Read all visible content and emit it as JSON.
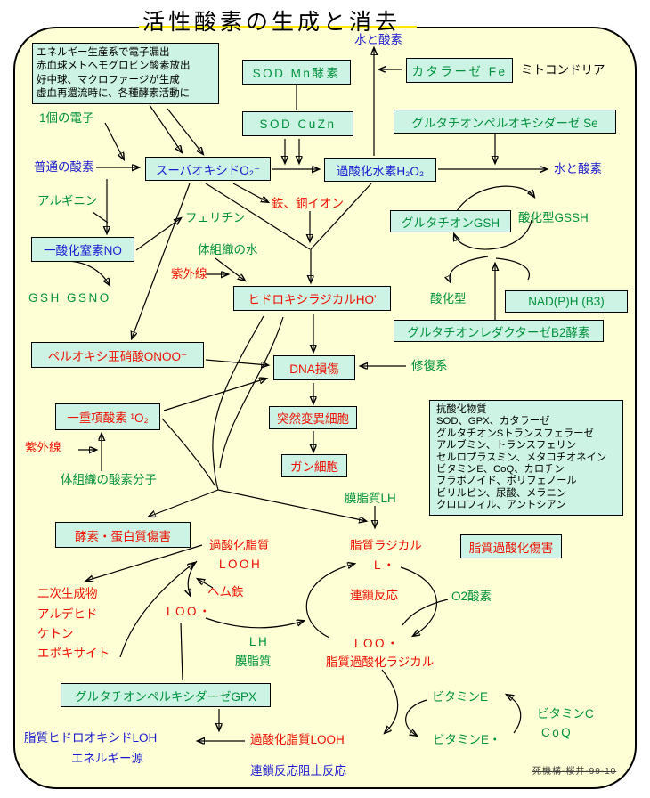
{
  "title": "活性酸素の生成と消去",
  "signature": "死機構-桜井-99-10",
  "colors": {
    "background": "#ffffd6",
    "box_fill": "#cdf3e4",
    "green_text": "#00913c",
    "blue_text": "#1a1ad0",
    "red_text": "#ef0f00",
    "title_underline": "#ffe800"
  },
  "info_box": {
    "lines": [
      "エネルギー生産系で電子漏出",
      "赤血球メトヘモグロビン酸素放出",
      "好中球、マクロファージが生成",
      "虚血再還流時に、各種酵素活動に"
    ]
  },
  "antioxidant_box": {
    "lines": [
      "抗酸化物質",
      "SOD、GPX、カタラーゼ",
      "グルタチオンSトランスフェラーゼ",
      "アルブミン、トランスフェリン",
      "セルロプラスミン、メタロチオネイン",
      "ビタミンE、CoQ、カロチン",
      "フラボノイド、ポリフェノール",
      "ビリルビン、尿酸、メラニン",
      "クロロフィル、アントシアン"
    ]
  },
  "nodes": {
    "one_electron": "1個の電子",
    "water_oxygen_top": "水と酸素",
    "mitochondria": "ミトコンドリア",
    "sod_mn": "SOD Mn酵素",
    "sod_cuzn": "SOD CuZn",
    "catalase_fe": "カタラーゼ Fe",
    "gpx_se": "グルタチオンペルオキシダーゼ Se",
    "normal_oxygen": "普通の酸素",
    "superoxide": "スーパオキシドO₂⁻",
    "h2o2": "過酸化水素H₂O₂",
    "water_oxygen_right": "水と酸素",
    "arginine": "アルギニン",
    "ferritin": "フェリチン",
    "iron_copper": "鉄、銅イオン",
    "gsh": "グルタチオンGSH",
    "gssh_oxidized": "酸化型GSSH",
    "nitric_oxide": "一酸化窒素NO",
    "tissue_water": "体組織の水",
    "uv_upper": "紫外線",
    "gsh_gsno": "GSH GSNO",
    "hydroxyl_radical": "ヒドロキシラジカルHO'",
    "oxidized": "酸化型",
    "nadph_b3": "NAD(P)H (B3)",
    "glutathione_reductase_b2": "グルタチオンレダクターゼB2酵素",
    "peroxynitrite": "ペルオキシ亜硝酸ONOO⁻",
    "dna_damage": "DNA損傷",
    "repair_system": "修復系",
    "singlet_oxygen": "一重項酸素 ¹O₂",
    "uv_lower": "紫外線",
    "mutant_cell": "突然変異細胞",
    "cancer_cell": "ガン細胞",
    "tissue_oxygen_molecule": "体組織の酸素分子",
    "membrane_lipid_lh": "膜脂質LH",
    "enzyme_protein_damage": "酵素・蛋白質傷害",
    "lipid_peroxide_line1": "過酸化脂質",
    "lipid_peroxide_line2": "LOOH",
    "lipid_radical_line1": "脂質ラジカル",
    "lipid_radical_line2": "L・",
    "lipid_peroxidation_damage": "脂質過酸化傷害",
    "secondary_products": [
      "二次生成物",
      "アルデヒド",
      "ケトン",
      "エポキサイト"
    ],
    "heme_iron": "ヘム鉄",
    "loo_left": "LOO・",
    "chain_reaction": "連鎖反応",
    "o2_oxygen": "O2酸素",
    "lh": "LH",
    "membrane_lipid": "膜脂質",
    "loo_bottom": "LOO・",
    "lipid_peroxidation_radical": "脂質過酸化ラジカル",
    "gpx": "グルタチオンペルキシダーゼGPX",
    "lipid_hydroxide_loh": "脂質ヒドロオキシドLOH",
    "energy_source": "エネルギー源",
    "lipid_peroxide_looh_bottom": "過酸化脂質LOOH",
    "vitamin_e": "ビタミンE",
    "vitamin_c": "ビタミンC",
    "coq": "CoQ",
    "vitamin_e_radical": "ビタミンE・",
    "chain_stop": "連鎖反応阻止反応"
  }
}
